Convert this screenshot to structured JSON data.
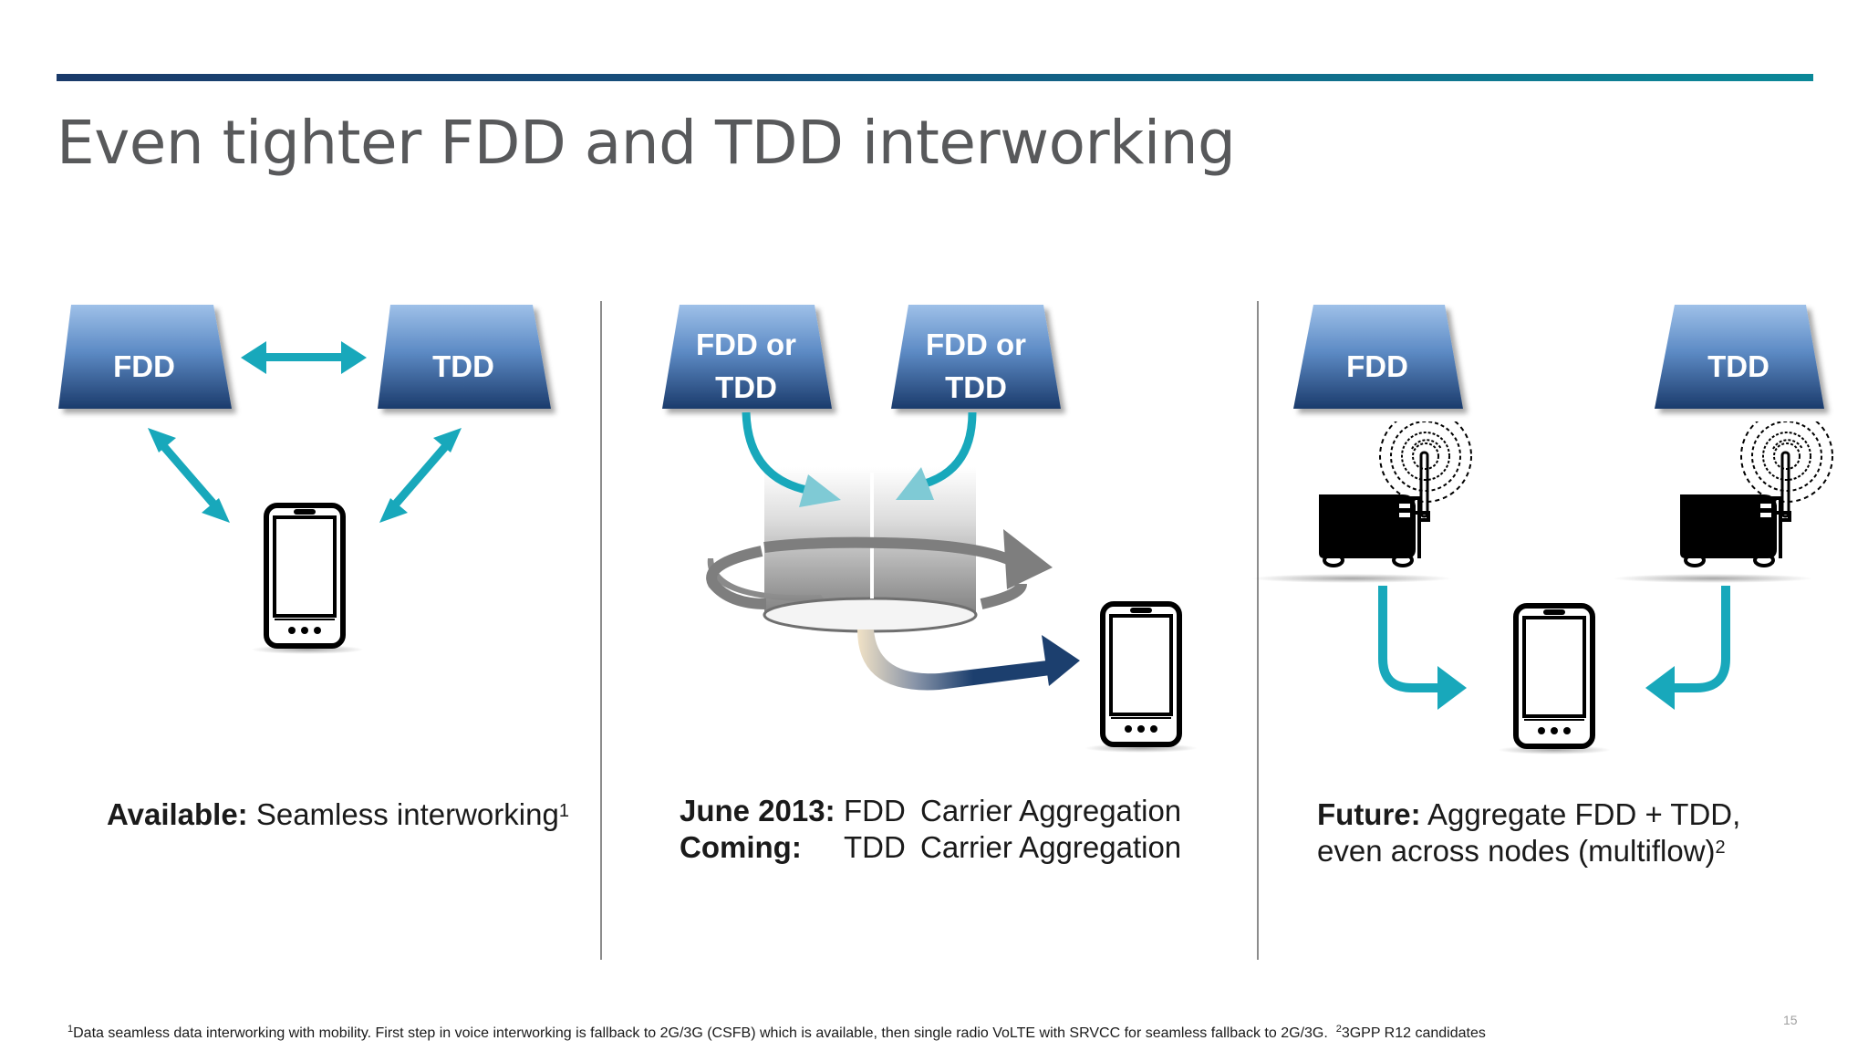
{
  "title": "Even tighter FDD and TDD interworking",
  "panel1": {
    "box_left": "FDD",
    "box_right": "TDD",
    "caption_bold": "Available:",
    "caption_text": "Seamless interworking",
    "caption_sup": "1"
  },
  "panel2": {
    "box_left_line1": "FDD or",
    "box_left_line2": "TDD",
    "box_right_line1": "FDD or",
    "box_right_line2": "TDD",
    "row1_key": "June 2013:",
    "row1_type": "FDD",
    "row1_value": "Carrier Aggregation",
    "row2_key": "Coming:",
    "row2_type": "TDD",
    "row2_value": "Carrier Aggregation"
  },
  "panel3": {
    "box_left": "FDD",
    "box_right": "TDD",
    "caption_bold": "Future:",
    "caption_line1": "Aggregate FDD + TDD,",
    "caption_line2": "even across nodes (multiflow)",
    "caption_sup": "2"
  },
  "footnote": {
    "sup1": "1",
    "text1": "Data seamless data interworking with mobility. First step in voice interworking is fallback to 2G/3G (CSFB) which is available, then single radio VoLTE with SRVCC for seamless fallback to 2G/3G.",
    "sup2": "2",
    "text2": "3GPP R12 candidates"
  },
  "page_number": "15",
  "colors": {
    "accent_teal": "#18a8bb",
    "box_top": "#8fb4e0",
    "box_bottom": "#1c3f72",
    "arrow_navy": "#1c3f6e"
  }
}
